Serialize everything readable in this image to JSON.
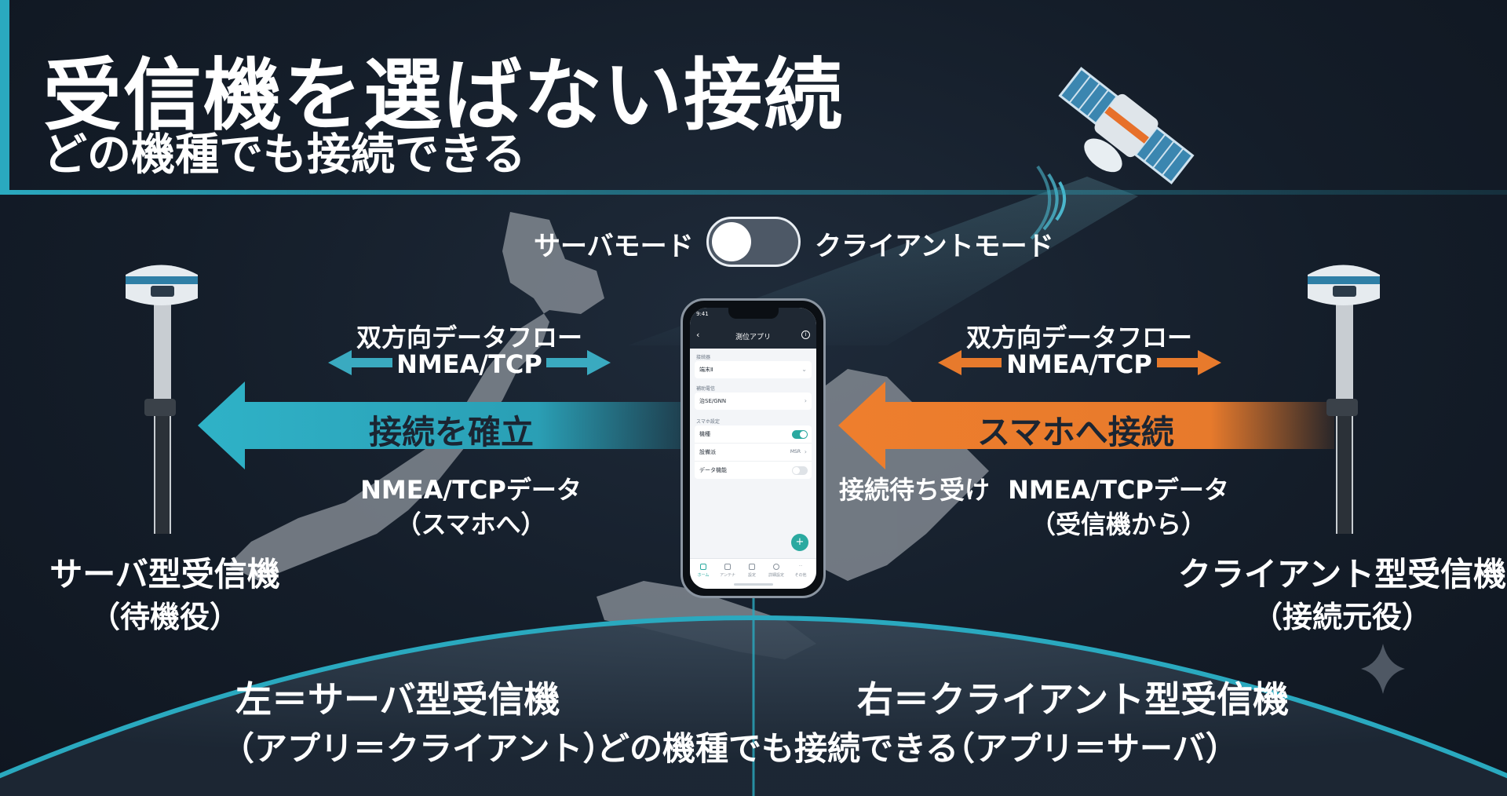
{
  "header": {
    "title": "受信機を選ばない接続",
    "subtitle": "どの機種でも接続できる"
  },
  "mode_toggle": {
    "left_label": "サーバモード",
    "right_label": "クライアントモード"
  },
  "left_side": {
    "flow_line1": "双方向データフロー",
    "flow_line2": "NMEA/TCP",
    "arrow_label": "接続を確立",
    "data_line1": "NMEA/TCPデータ",
    "data_line2": "（スマホへ）",
    "receiver_line1": "サーバ型受信機",
    "receiver_line2": "（待機役）"
  },
  "right_side": {
    "flow_line1": "双方向データフロー",
    "flow_line2": "NMEA/TCP",
    "arrow_label": "スマホへ接続",
    "wait_label": "接続待ち受け",
    "data_line1": "NMEA/TCPデータ",
    "data_line2": "（受信機から）",
    "receiver_line1": "クライアント型受信機",
    "receiver_line2": "（接続元役）"
  },
  "bottom": {
    "left_line1": "左＝サーバ型受信機",
    "left_line2": "（アプリ＝クライアント）",
    "center": "どの機種でも接続できる",
    "right_line1": "右＝クライアント型受信機",
    "right_line2": "（アプリ＝サーバ）"
  },
  "phone": {
    "time": "9:41",
    "app_title": "測位アプリ",
    "section1": "接続器",
    "field1": "端末Ⅱ",
    "section2": "補助電信",
    "field2": "治SE/GNN",
    "section3": "スマホ設定",
    "row1": "機種",
    "row1_on": true,
    "row2": "設備派",
    "row2_value": "MSR",
    "row3": "データ機能",
    "row3_on": false,
    "fab": "+",
    "tabs": [
      "ホーム",
      "アンテナ",
      "設定",
      "詳細設定",
      "その他"
    ]
  },
  "colors": {
    "teal": "#2aa9bf",
    "orange": "#e77a2c",
    "background": "#141d29"
  },
  "icons": [
    "satellite-icon",
    "gnss-receiver-icon",
    "sparkle-icon"
  ]
}
